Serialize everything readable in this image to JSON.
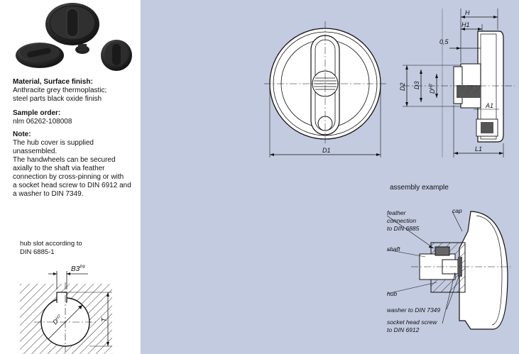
{
  "info": {
    "material_heading": "Material, Surface finish:",
    "material_line1": "Anthracite grey thermoplastic;",
    "material_line2": "steel parts black oxide finish",
    "sample_heading": "Sample order:",
    "sample_value": "nlm 06262-108008",
    "note_heading": "Note:",
    "note_lines": [
      "The hub cover is supplied",
      "unassembled.",
      "The handwheels can be secured",
      "axially to the shaft via feather",
      "connection by cross-pinning or with",
      "a socket head screw to DIN 6912 and",
      "a washer to DIN 7349."
    ]
  },
  "hub_slot": {
    "caption_line1": "hub slot according to",
    "caption_line2": "DIN 6885-1",
    "dim_b3": "B3",
    "dim_b3_tol": "P9",
    "dim_d": "D",
    "dim_d_tol": "H7",
    "dim_t": "T"
  },
  "drawing": {
    "dim_h": "H",
    "dim_h1": "H1",
    "dim_05": "0,5",
    "dim_d1": "D1",
    "dim_d2": "D2",
    "dim_d3": "D3",
    "dim_dh7": "D",
    "dim_dh7_tol": "H7",
    "dim_a1": "A1",
    "dim_l1": "L1"
  },
  "assembly": {
    "title": "assembly example",
    "label_feather1": "feather",
    "label_feather2": "connection",
    "label_feather3": "to DIN 6885",
    "label_cap": "cap",
    "label_shaft": "shaft",
    "label_hub": "hub",
    "label_washer": "washer to DIN 7349",
    "label_screw1": "socket head screw",
    "label_screw2": "to DIN 6912"
  }
}
